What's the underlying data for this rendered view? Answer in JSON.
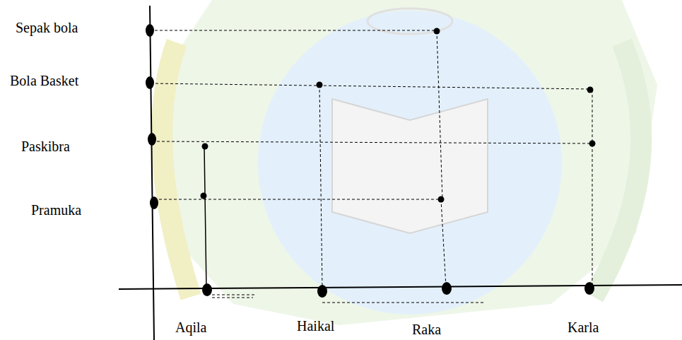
{
  "diagram": {
    "labels": [
      "Sepak bola",
      "Bola Basket",
      "Paskibra",
      "Pramuka",
      "Aqila",
      "Haikal",
      "Raka",
      "Karla"
    ]
  }
}
